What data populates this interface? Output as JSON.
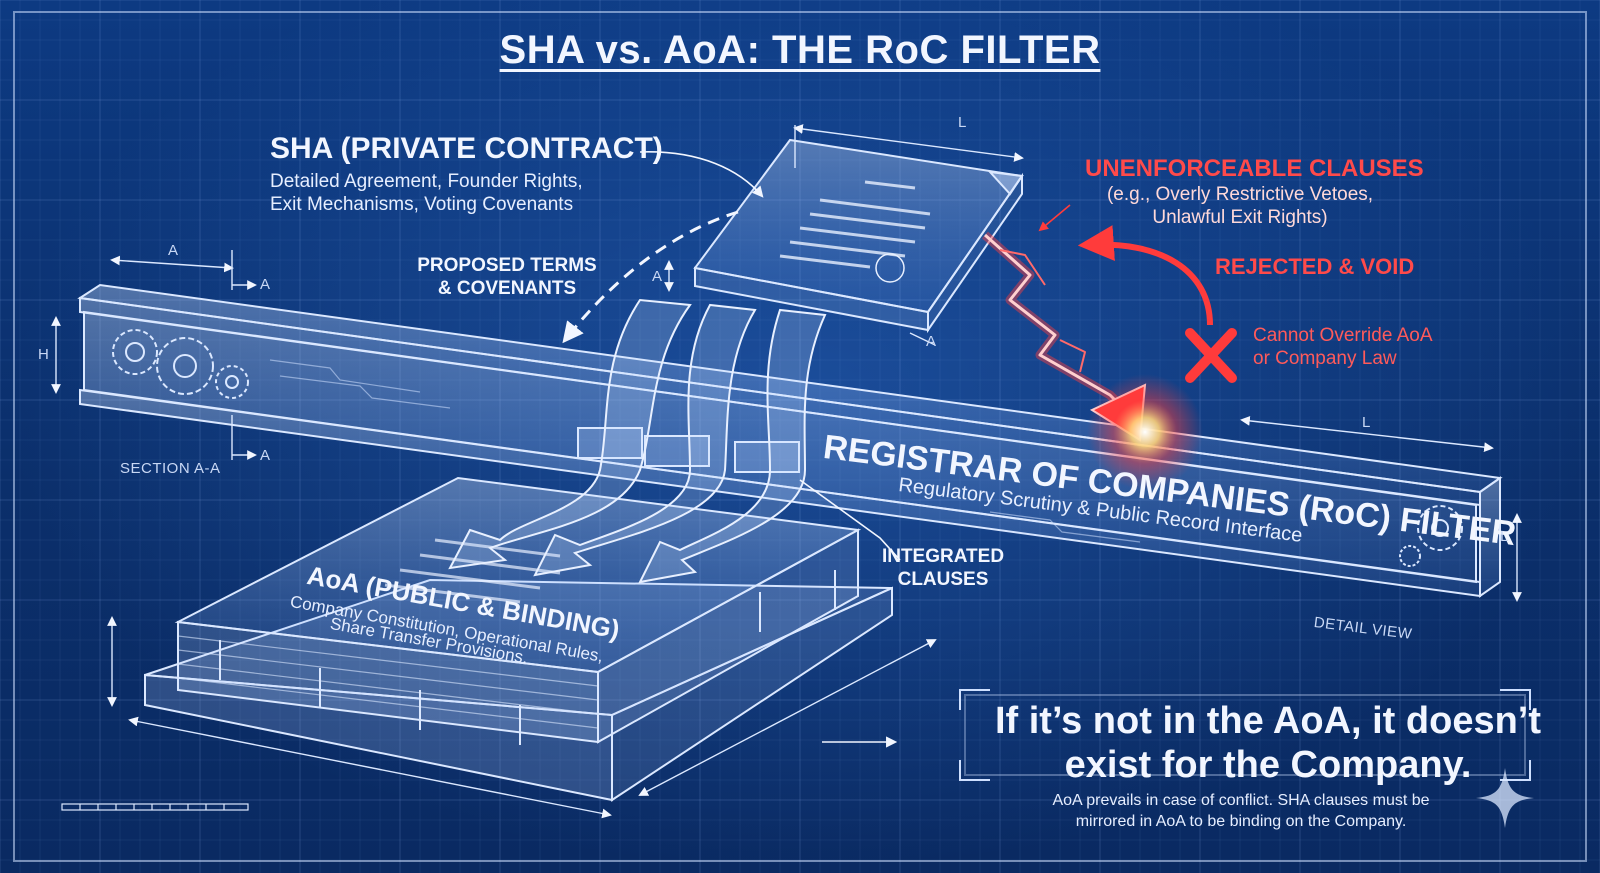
{
  "title": "SHA vs. AoA: THE RoC FILTER",
  "sha": {
    "heading": "SHA (PRIVATE CONTRACT)",
    "lines": [
      "Detailed Agreement, Founder Rights,",
      "Exit Mechanisms, Voting Covenants"
    ]
  },
  "proposed": {
    "lines": [
      "PROPOSED TERMS",
      "& COVENANTS"
    ]
  },
  "unenforceable": {
    "heading": "UNENFORCEABLE CLAUSES",
    "lines": [
      "(e.g., Overly Restrictive Vetoes,",
      "Unlawful Exit Rights)"
    ]
  },
  "rejected": "REJECTED & VOID",
  "cannot": {
    "lines": [
      "Cannot Override AoA",
      "or Company Law"
    ]
  },
  "roc": {
    "heading": "REGISTRAR OF COMPANIES (RoC) FILTER",
    "sub": "Regulatory Scrutiny & Public Record Interface"
  },
  "aoa": {
    "heading": "AoA (PUBLIC & BINDING)",
    "lines": [
      "Company Constitution, Operational Rules,",
      "Share Transfer Provisions."
    ]
  },
  "integrated": {
    "lines": [
      "INTEGRATED",
      "CLAUSES"
    ]
  },
  "drawing_labels": {
    "section": "SECTION A-A",
    "detail": "DETAIL VIEW",
    "a": "A",
    "h": "H",
    "l": "L"
  },
  "callout": {
    "quote_lines": [
      "If it’s not in the AoA, it doesn’t",
      "exist for the Company."
    ],
    "note_lines": [
      "AoA prevails in case of conflict. SHA clauses must be",
      "mirrored in AoA to be binding on the Company."
    ]
  },
  "colors": {
    "background": "#0b2f6b",
    "line": "#dbe8ff",
    "alert_red": "#ff3b3b",
    "text": "#f2f6ff"
  }
}
